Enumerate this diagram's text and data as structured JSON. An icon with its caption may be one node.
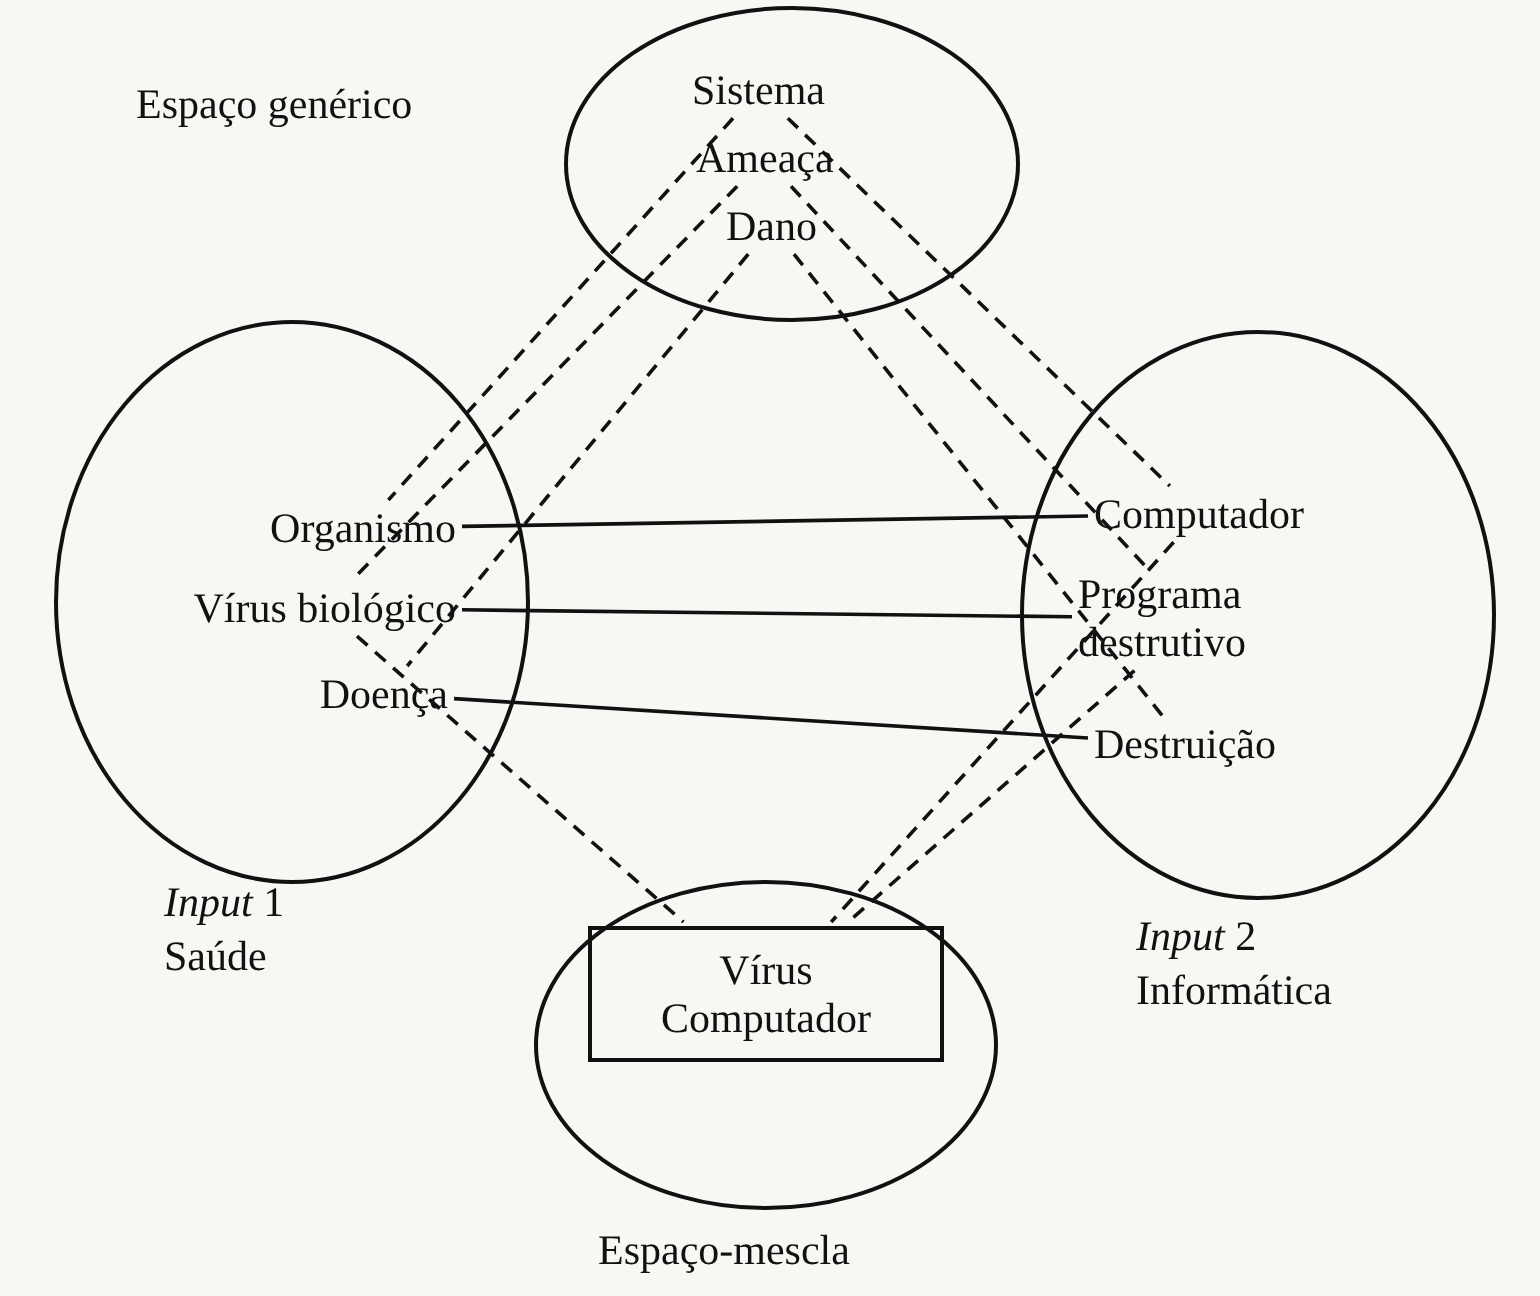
{
  "diagram": {
    "nodes": [
      {
        "text": [
          "Espaço genérico"
        ]
      },
      {
        "text": [
          "Sistema"
        ],
        "in": 0
      },
      {
        "text": [
          "Ameaça"
        ],
        "in": 0
      },
      {
        "text": [
          "Dano"
        ],
        "in": 0
      },
      {
        "text": [
          "*Input* 1 Saúde"
        ]
      },
      {
        "text": [
          "Organismo"
        ],
        "in": 4
      },
      {
        "text": [
          "Vírus biológico"
        ],
        "in": 4
      },
      {
        "text": [
          "Doença"
        ],
        "in": 4
      },
      {
        "text": [
          "*Input* 2 Informática"
        ]
      },
      {
        "text": [
          "Computador"
        ],
        "in": 8
      },
      {
        "text": [
          "Programa destrutivo"
        ],
        "in": 8
      },
      {
        "text": [
          "Destruição"
        ],
        "in": 8
      },
      {
        "text": [
          "Espaço-mescla"
        ]
      },
      {
        "text": [
          "Vírus Computador"
        ],
        "in": 12
      }
    ],
    "edges": [
      {
        "from": 1,
        "to": 5,
        "arrow": "none",
        "style": "dashed"
      },
      {
        "from": 2,
        "to": 6,
        "arrow": "none",
        "style": "dashed"
      },
      {
        "from": 3,
        "to": 7,
        "arrow": "none",
        "style": "dashed"
      },
      {
        "from": 1,
        "to": 9,
        "arrow": "none",
        "style": "dashed"
      },
      {
        "from": 2,
        "to": 10,
        "arrow": "none",
        "style": "dashed"
      },
      {
        "from": 3,
        "to": 11,
        "arrow": "none",
        "style": "dashed"
      },
      {
        "from": 5,
        "to": 9,
        "arrow": "none"
      },
      {
        "from": 6,
        "to": 10,
        "arrow": "none"
      },
      {
        "from": 7,
        "to": 11,
        "arrow": "none"
      },
      {
        "from": 6,
        "to": 13,
        "arrow": "none",
        "style": "dashed"
      },
      {
        "from": 9,
        "to": 13,
        "arrow": "none",
        "style": "dashed"
      },
      {
        "from": 10,
        "to": 13,
        "arrow": "none",
        "style": "dashed"
      }
    ]
  }
}
